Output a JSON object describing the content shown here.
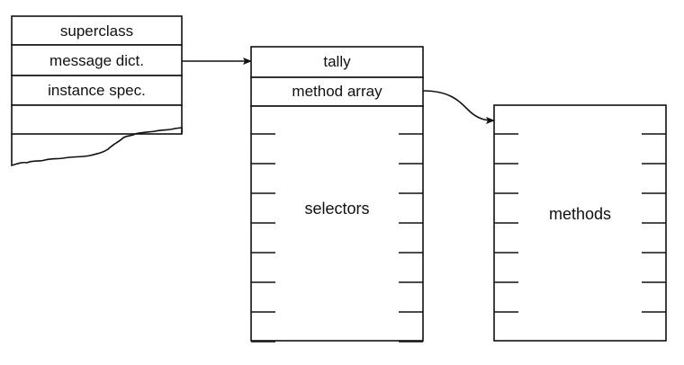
{
  "class_object": {
    "fields": [
      {
        "label": "superclass"
      },
      {
        "label": "message dict."
      },
      {
        "label": "instance spec."
      },
      {
        "label": ""
      }
    ]
  },
  "message_dictionary": {
    "fields": [
      {
        "label": "tally"
      },
      {
        "label": "method array"
      }
    ],
    "body_label": "selectors",
    "slot_count": 8
  },
  "method_array": {
    "body_label": "methods",
    "slot_count": 7
  },
  "arrows": [
    {
      "from": "message dict.",
      "to": "tally"
    },
    {
      "from": "method array",
      "to": "methods"
    }
  ]
}
